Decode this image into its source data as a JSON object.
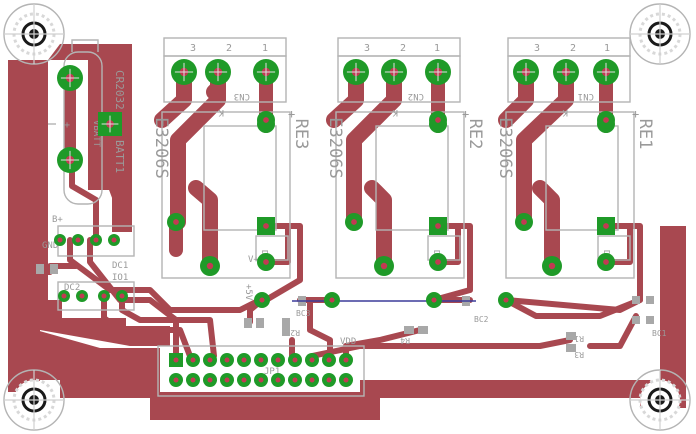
{
  "colors": {
    "copper": "#a84850",
    "pad": "#1f9a28",
    "drill": "#c23a52",
    "silkscreen": "#b4b4b4",
    "board": "#ffffff"
  },
  "relays": [
    {
      "part": "E3206S",
      "ref": "RE3",
      "connector": "CN3"
    },
    {
      "part": "E3206S",
      "ref": "RE2",
      "connector": "CN2"
    },
    {
      "part": "E3206S",
      "ref": "RE1",
      "connector": "CN1"
    }
  ],
  "terminal_pins": [
    "3",
    "2",
    "1"
  ],
  "relay_pin_label": "K",
  "labels": {
    "battery": "CR2032",
    "battery_ref": "BATT1",
    "vbatt": "VBATT",
    "b_plus": "B+",
    "dc1": "DC1",
    "dc2": "DC2",
    "io1": "IO1",
    "gnd": "GND",
    "vdd": "VDD",
    "vd": "V+",
    "sup": "+5V",
    "r1": "R1",
    "r2": "R2",
    "r3": "R3",
    "r4": "R4",
    "bc1": "BC1",
    "bc2": "BC2",
    "bc3": "BC3",
    "d1": "D1",
    "d2": "D2",
    "d3": "D3",
    "header": "JP1",
    "plus": "+"
  }
}
